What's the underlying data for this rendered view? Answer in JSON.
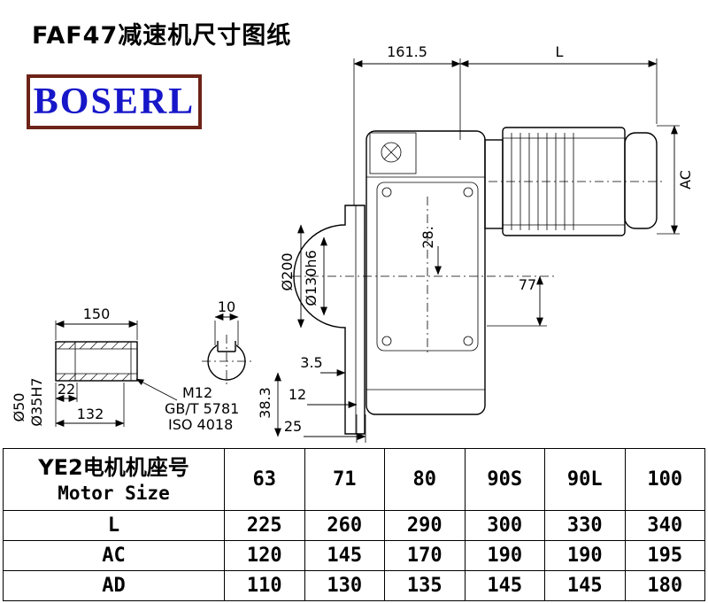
{
  "page": {
    "title": "FAF47减速机尺寸图纸",
    "logo_text": "BOSERL"
  },
  "drawing": {
    "dims": {
      "top_length": "161.5",
      "motor_length": "L",
      "motor_height": "AC",
      "flange_diameter": "Ø200",
      "spigot_diameter": "Ø130h6",
      "dim_28": "28.",
      "dim_77": "77",
      "shaft_length": "150",
      "key_width": "10",
      "shaft_diameter": "Ø50",
      "bore_diameter": "Ø35H7",
      "dim_22": "22",
      "dim_132": "132",
      "thread_callout": "M12",
      "standard_1": "GB/T 5781",
      "standard_2": "ISO 4018",
      "dim_3_5": "3.5",
      "dim_12": "12",
      "dim_25": "25",
      "dim_38_3": "38.3"
    }
  },
  "table": {
    "header_cn": "YE2电机机座号",
    "header_en": "Motor Size",
    "columns": [
      "63",
      "71",
      "80",
      "90S",
      "90L",
      "100"
    ],
    "rows": [
      {
        "label": "L",
        "values": [
          "225",
          "260",
          "290",
          "300",
          "330",
          "340"
        ]
      },
      {
        "label": "AC",
        "values": [
          "120",
          "145",
          "170",
          "190",
          "190",
          "195"
        ]
      },
      {
        "label": "AD",
        "values": [
          "110",
          "130",
          "135",
          "145",
          "145",
          "180"
        ]
      }
    ]
  }
}
